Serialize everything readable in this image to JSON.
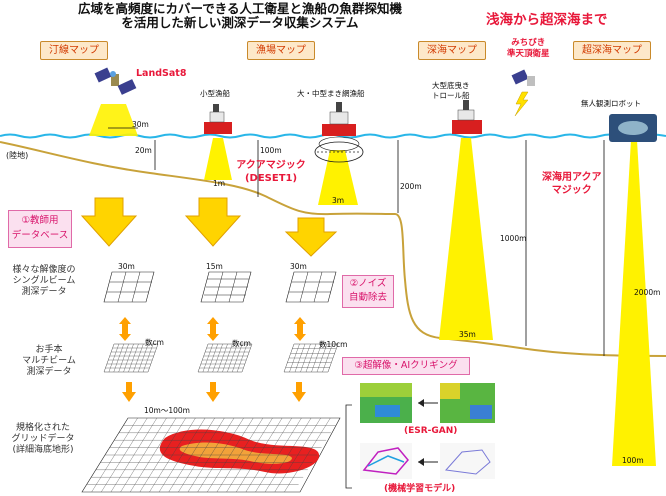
{
  "title": {
    "line1": "広域を高頻度にカバーできる人工衛星と漁船の魚群探知機",
    "line2": "を活用した新しい測深データ収集システム"
  },
  "headline": "浅海から超深海まで",
  "categories": {
    "shoreline": "汀線マップ",
    "fishing": "漁場マップ",
    "deep": "深海マップ",
    "ultra_deep": "超深海マップ"
  },
  "satellites": {
    "landsat": "LandSat8",
    "michibiki": [
      "みちびき",
      "準天頂衛星"
    ]
  },
  "vessels": {
    "small": "小型漁船",
    "medium": "大・中型まき網漁船",
    "trawler": [
      "大型底曳き",
      "トロール船"
    ],
    "robot": "無人観測ロボット"
  },
  "land": "(陸地)",
  "measurements": {
    "sat_width": "30m",
    "sat_depth": "20m",
    "small_depth": "100m",
    "small_width": "1m",
    "medium_width": "3m",
    "trawl_depth": "200m",
    "trawl_width": "35m",
    "deep_depth": "1000m",
    "robot_depth": "2000m",
    "robot_width": "100m"
  },
  "aqua_magic": [
    "アクアマジック",
    "(DESET1)"
  ],
  "deep_aqua_magic": [
    "深海用アクア",
    "マジック"
  ],
  "process": {
    "database": [
      "①教師用",
      "データベース"
    ],
    "single_beam": [
      "様々な解像度の",
      "シングルビーム",
      "測深データ"
    ],
    "noise": [
      "②ノイズ",
      "自動除去"
    ],
    "multi_beam": [
      "お手本",
      "マルチビーム",
      "測深データ"
    ],
    "grid": [
      "規格化された",
      "グリッドデータ",
      "(詳細海底地形)"
    ],
    "super_res": "③超解像・AIクリギング",
    "grid_res": [
      "30m",
      "15m",
      "30m"
    ],
    "multi_res": [
      "数cm",
      "数cm",
      "数10cm"
    ],
    "grid_range": "10m～100m",
    "esr_gan": "(ESR-GAN)",
    "ml_model": "(機械学習モデル)"
  }
}
